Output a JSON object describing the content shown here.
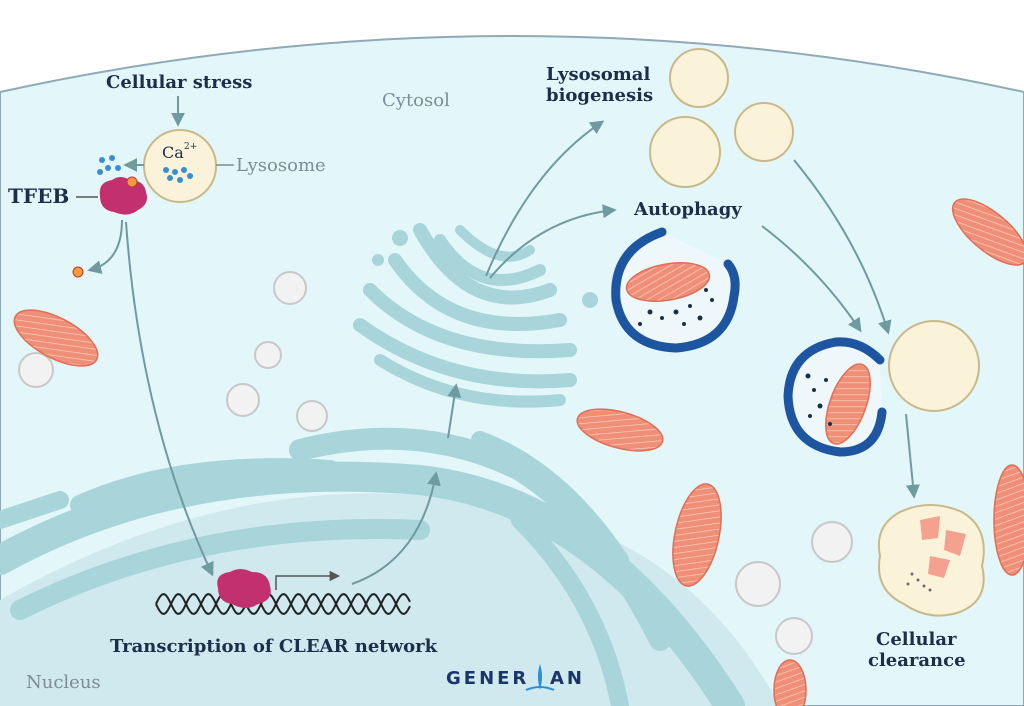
{
  "labels": {
    "cellular_stress": "Cellular stress",
    "lysosome": "Lysosome",
    "calcium": "Ca",
    "calcium_charge": "2+",
    "tfeb": "TFEB",
    "cytosol": "Cytosol",
    "lysosomal_biogenesis_1": "Lysosomal",
    "lysosomal_biogenesis_2": "biogenesis",
    "autophagy": "Autophagy",
    "transcription": "Transcription of CLEAR network",
    "nucleus": "Nucleus",
    "cellular_clearance_1": "Cellular",
    "cellular_clearance_2": "clearance"
  },
  "logo": {
    "text_left": "GENER",
    "text_right": "AN"
  },
  "colors": {
    "cytosol": "#e3f6fa",
    "nucleus": "#cfe9ee",
    "er": "#a8d5d9",
    "er_stroke": "#7cb8bd",
    "lysosome_fill": "#fbf3d9",
    "lysosome_stroke": "#c9b98a",
    "mitochondria": "#f08f78",
    "tfeb": "#c2306f",
    "autophagosome": "#1e55a0",
    "arrow": "#6f9aa0"
  }
}
